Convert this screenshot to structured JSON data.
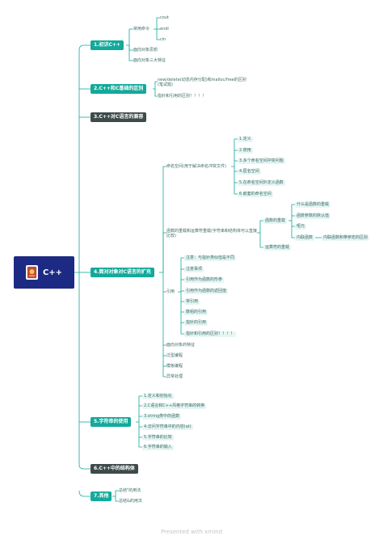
{
  "root": {
    "title": "C++"
  },
  "branches": [
    {
      "label": "1.初识C++"
    },
    {
      "label": "2.C++和C基础的区别"
    },
    {
      "label": "3.C++对C语言的兼容"
    },
    {
      "label": "4.面对对象对C语言的扩充"
    },
    {
      "label": "5.字符串的使用"
    },
    {
      "label": "6.C++中的结构体"
    },
    {
      "label": "7.其他"
    }
  ],
  "b1": {
    "common_cmd": "常用命令",
    "cmds": [
      "cout",
      "endl",
      "cin"
    ],
    "oop_idea": "面向对象思想",
    "oop_features": "面向对象三大特征"
  },
  "b2": {
    "items": [
      "new/delete(动态内存分配)和malloc/free的区别(笔试题)",
      "指针和引用的区别！！！！"
    ]
  },
  "b4": {
    "namespace": "命名空间(用于解决命名冲突文件)",
    "namespace_items": [
      "1.定义",
      "2.使用",
      "3.多个命名空间冲突问题",
      "4.匿名空间",
      "5.在命名空间外定义函数",
      "6.嵌套的命名空间"
    ],
    "overload": "函数的重载和运算符重载(字符串和结构体可以直接比较)",
    "func_overload": "函数的重载",
    "func_overload_items": [
      "什么是函数的重载",
      "函数参数的默认值",
      "哑元",
      "内联函数"
    ],
    "inline_note": "内联函数和带参宏的区别",
    "op_overload": "运算符的重载",
    "ref": "引用",
    "ref_items": [
      "注意：与指针类似但是不同",
      "注意事项",
      "引用作为函数的形参",
      "引用作为函数的返回值",
      "常引用",
      "数组的引用",
      "指针的引用",
      "指针和引用的区别！！！！"
    ],
    "others": [
      "面向对象的特征",
      "泛型编程",
      "模板编程",
      "异常处理"
    ]
  },
  "b5": {
    "items": [
      "1.定义和初始化",
      "2.C语言和C++风格字符串的转换",
      "3.string类中的函数",
      "4.访问字符串中的内容(at)",
      "5.字符串的比较",
      "6.字符串的输入"
    ]
  },
  "b7": {
    "items": [
      "总结\"的用法",
      "总结&的用法"
    ]
  },
  "colors": {
    "root": "#1d2a83",
    "teal": "#14a99a",
    "dark": "#3f4a4a",
    "line": "#14a99a",
    "leaf_bg": "#e6f6f4"
  },
  "watermark": "Presented with xmind"
}
